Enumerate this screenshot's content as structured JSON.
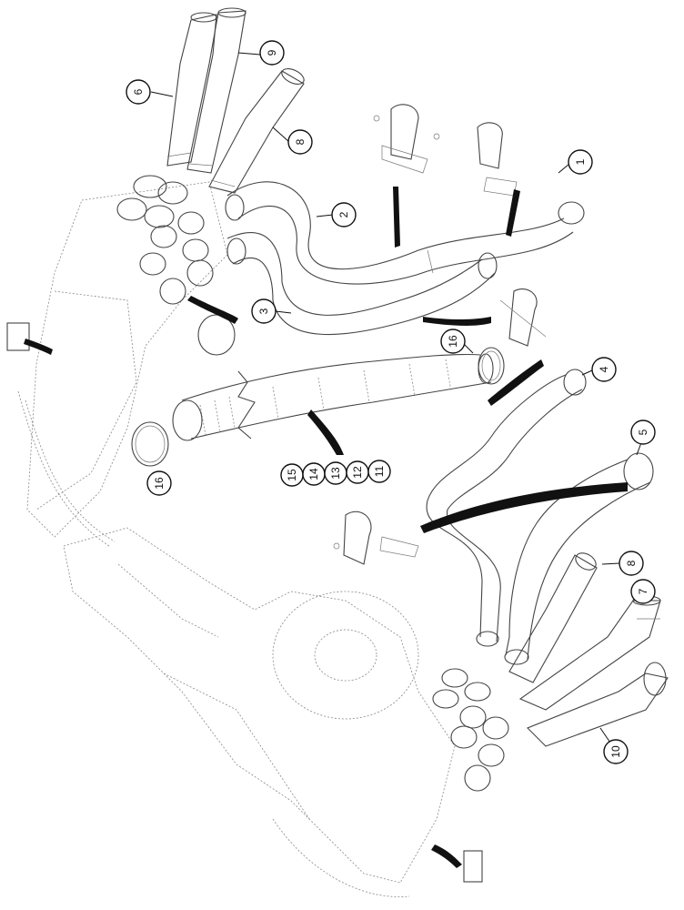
{
  "callouts": [
    {
      "id": "c6",
      "label": "6"
    },
    {
      "id": "c9",
      "label": "9"
    },
    {
      "id": "c8a",
      "label": "8"
    },
    {
      "id": "c2",
      "label": "2"
    },
    {
      "id": "c1",
      "label": "1"
    },
    {
      "id": "c3",
      "label": "3"
    },
    {
      "id": "c16a",
      "label": "16"
    },
    {
      "id": "c4",
      "label": "4"
    },
    {
      "id": "c16b",
      "label": "16"
    },
    {
      "id": "c15",
      "label": "15"
    },
    {
      "id": "c14",
      "label": "14"
    },
    {
      "id": "c13",
      "label": "13"
    },
    {
      "id": "c12",
      "label": "12"
    },
    {
      "id": "c11",
      "label": "11"
    },
    {
      "id": "c5",
      "label": "5"
    },
    {
      "id": "c8b",
      "label": "8"
    },
    {
      "id": "c7",
      "label": "7"
    },
    {
      "id": "c10",
      "label": "10"
    }
  ]
}
